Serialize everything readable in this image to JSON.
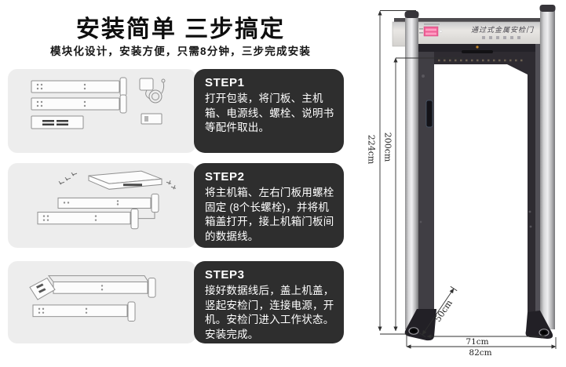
{
  "left_panel": {
    "title": "安装简单 三步搞定",
    "subtitle": "模块化设计，安装方便，只需8分钟，三步完成安装",
    "steps": [
      {
        "label": "STEP1",
        "description": "打开包装，将门板、主机箱、电源线、螺栓、说明书等配件取出。"
      },
      {
        "label": "STEP2",
        "description": "将主机箱、左右门板用螺栓固定 (8个长螺栓)，并将机箱盖打开，接上机箱门板间的数据线。"
      },
      {
        "label": "STEP3",
        "description": "接好数据线后，盖上机盖，竖起安检门，连接电源，开机。安检门进入工作状态。安装完成。"
      }
    ]
  },
  "right_panel": {
    "product_label": "通过式金属安检门",
    "dimensions": {
      "overall_height": "224cm",
      "inner_height": "200cm",
      "base_depth": "50cm",
      "inner_width": "71cm",
      "overall_width": "82cm"
    }
  },
  "colors": {
    "step_card_bg": "#ededed",
    "step_box_bg": "#2e2e2e",
    "step_text": "#ffffff",
    "title_text": "#0e0e0e",
    "display_pink": "#ee5f95",
    "dimension_line": "#2f2f2f",
    "frame_dark": "#2e2b31",
    "post_silver": "#d6d6d8"
  }
}
